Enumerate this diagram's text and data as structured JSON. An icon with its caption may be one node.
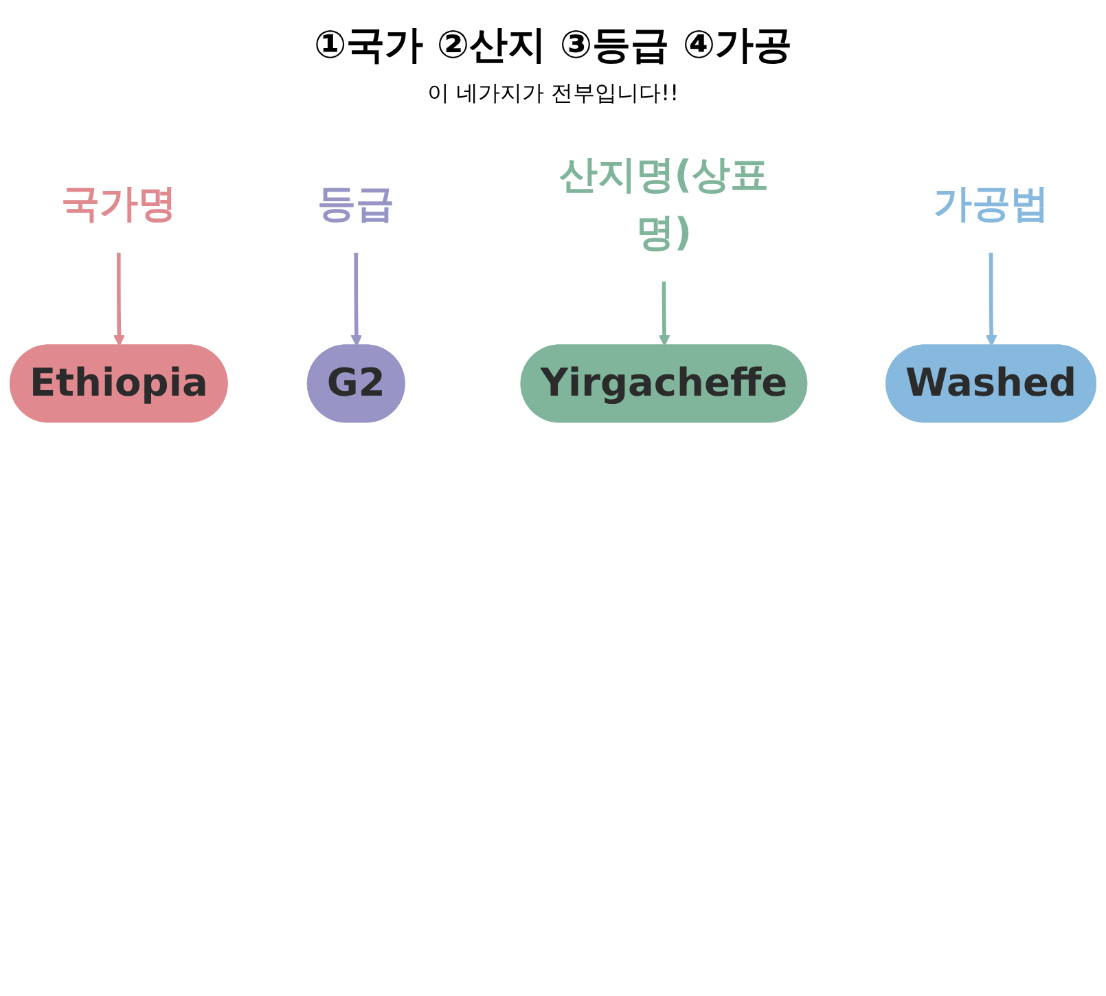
{
  "diagram": {
    "title": "①국가 ②산지 ③등급 ④가공",
    "nodes": [
      {
        "text": [
          "국가명"
        ]
      },
      {
        "text": [
          "등급"
        ]
      },
      {
        "text": [
          "Ethiopia"
        ]
      },
      {
        "text": [
          "Yirgacheffe"
        ]
      },
      {
        "text": [
          "G2"
        ]
      },
      {
        "text": [
          "Washed"
        ]
      },
      {
        "text": [
          "산지명(상표명)"
        ]
      },
      {
        "text": [
          "가공법"
        ]
      }
    ],
    "edges": [
      {
        "from": 0,
        "to": 2,
        "arrow": "to",
        "color": "#e08a90"
      },
      {
        "from": 1,
        "to": 4,
        "arrow": "to",
        "color": "#9895c6"
      },
      {
        "from": 6,
        "to": 3,
        "arrow": "to",
        "color": "#80b59b"
      },
      {
        "from": 7,
        "to": 5,
        "arrow": "to",
        "color": "#86b9dd"
      }
    ],
    "labels": [
      "이 네가지가 전부입니다!!"
    ]
  }
}
